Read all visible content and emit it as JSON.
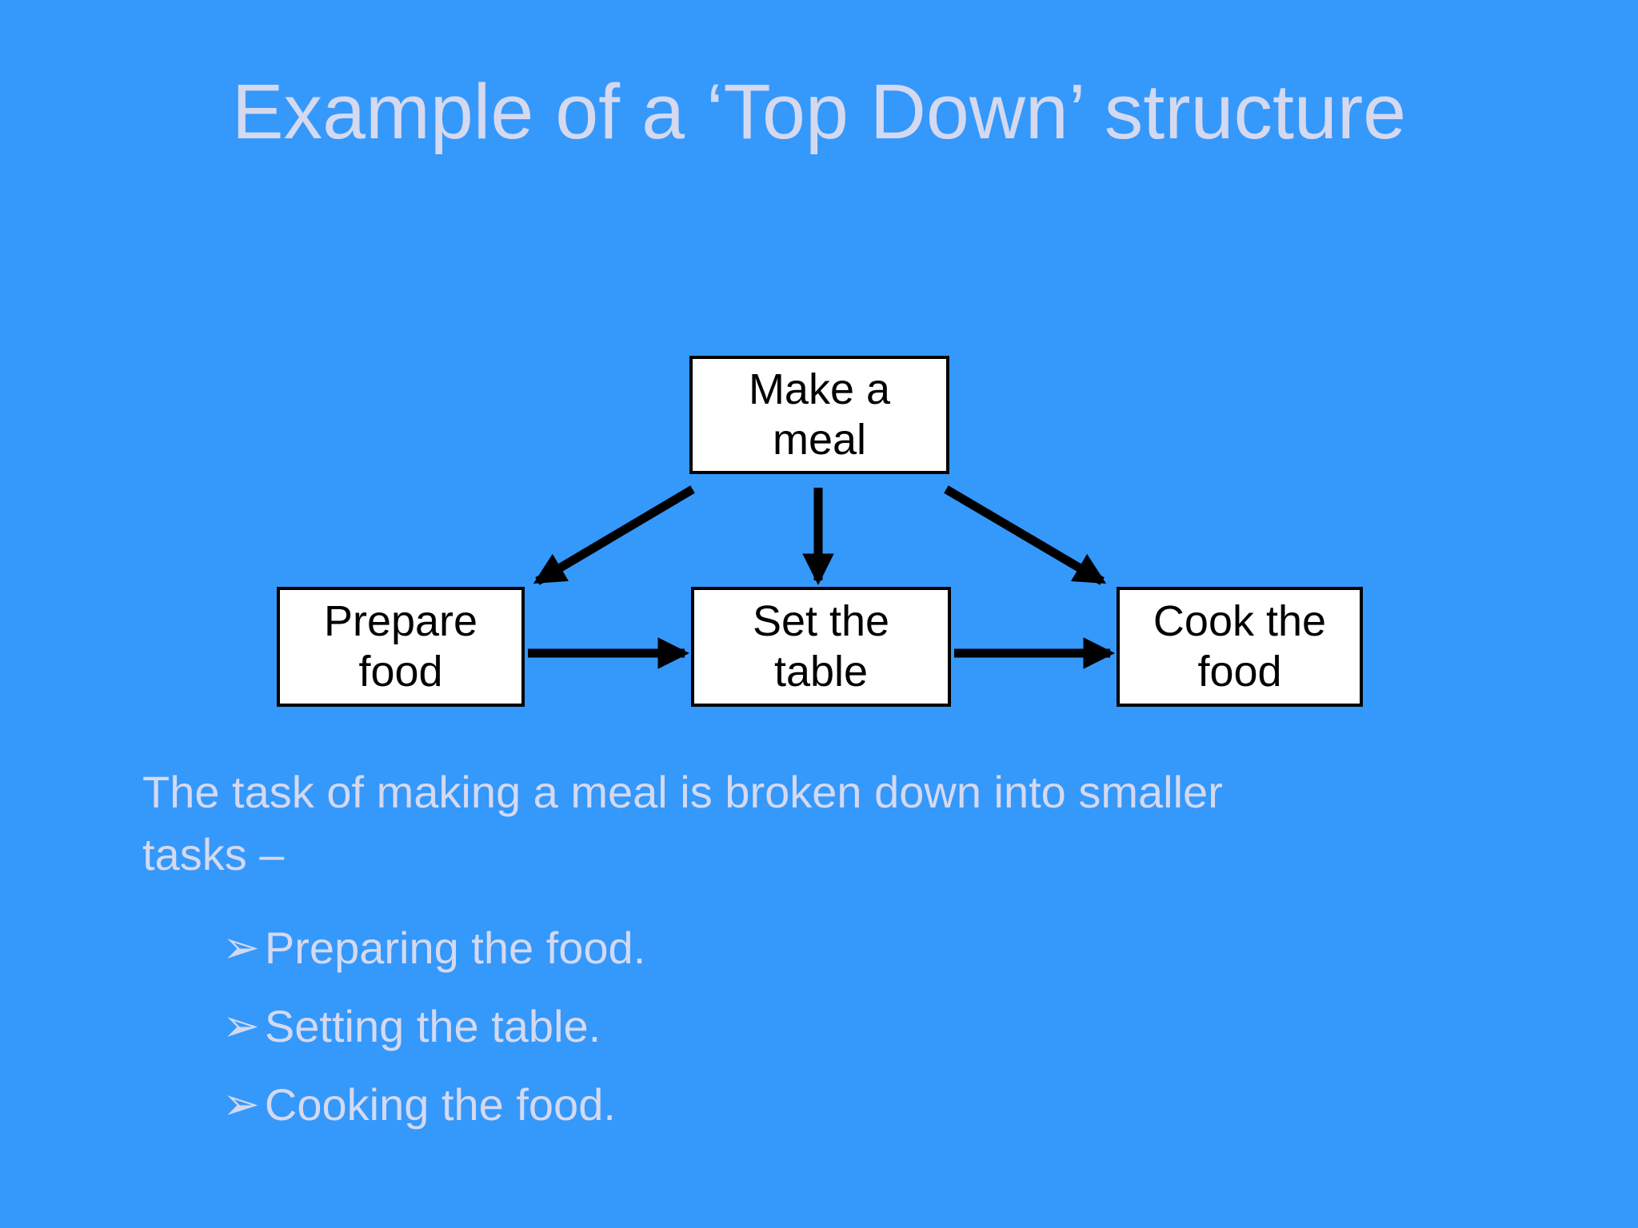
{
  "slide": {
    "title": "Example of a ‘Top Down’ structure",
    "colors": {
      "background": "#3598fb",
      "text": "#d4d9f0",
      "box_bg": "#ffffff",
      "box_border": "#000000",
      "box_text": "#000000",
      "arrow": "#000000"
    },
    "diagram": {
      "root": "Make a\nmeal",
      "children": [
        "Prepare\nfood",
        "Set the\ntable",
        "Cook the\nfood"
      ]
    },
    "paragraph": "The task of making a meal is broken down into smaller\ntasks –",
    "bullets": [
      {
        "marker": "➢",
        "text": "Preparing the food."
      },
      {
        "marker": "➢",
        "text": "Setting the table."
      },
      {
        "marker": "➢",
        "text": "Cooking the food."
      }
    ]
  }
}
